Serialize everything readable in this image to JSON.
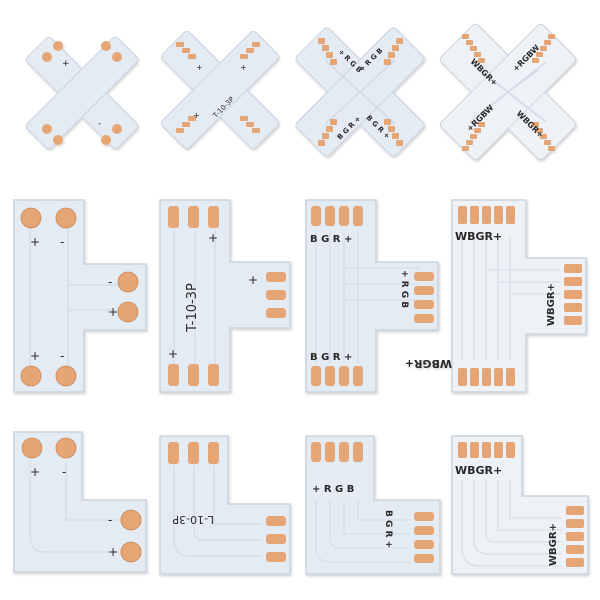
{
  "colors": {
    "background": "#ffffff",
    "board": "#e4ebf3",
    "board_edge": "#c9d3de",
    "trace": "#d4dde8",
    "pad": "#e6a574",
    "pad_dark": "#c98656",
    "text": "#2a2a2a"
  },
  "connectors": {
    "x_2pin": {
      "labels": [
        "+",
        "-"
      ]
    },
    "x_3pin": {
      "labels": [
        "+",
        "+",
        "+",
        "T-10-3P"
      ]
    },
    "x_4pin": {
      "labels": [
        "+ R G B",
        "+ R G B",
        "B G R +",
        "B G R +"
      ]
    },
    "x_5pin": {
      "labels": [
        "WBGR+",
        "+RGBW",
        "+RGBW",
        "WBGR+"
      ]
    },
    "t_2pin": {
      "labels": [
        "+",
        "-",
        "-",
        "+",
        "+",
        "-"
      ]
    },
    "t_3pin": {
      "labels": [
        "+",
        "T-10-3P",
        "+",
        "+"
      ]
    },
    "t_4pin": {
      "labels": [
        "B G R +",
        "+ R G B",
        "B G R +"
      ]
    },
    "t_5pin": {
      "labels": [
        "WBGR+",
        "WBGR+",
        "WBGR+"
      ]
    },
    "l_2pin": {
      "labels": [
        "+",
        "-",
        "-",
        "+"
      ]
    },
    "l_3pin": {
      "labels": [
        "L-10-3P"
      ]
    },
    "l_4pin": {
      "labels": [
        "+ R G B",
        "B G R +"
      ]
    },
    "l_5pin": {
      "labels": [
        "WBGR+",
        "WBGR+"
      ]
    }
  }
}
